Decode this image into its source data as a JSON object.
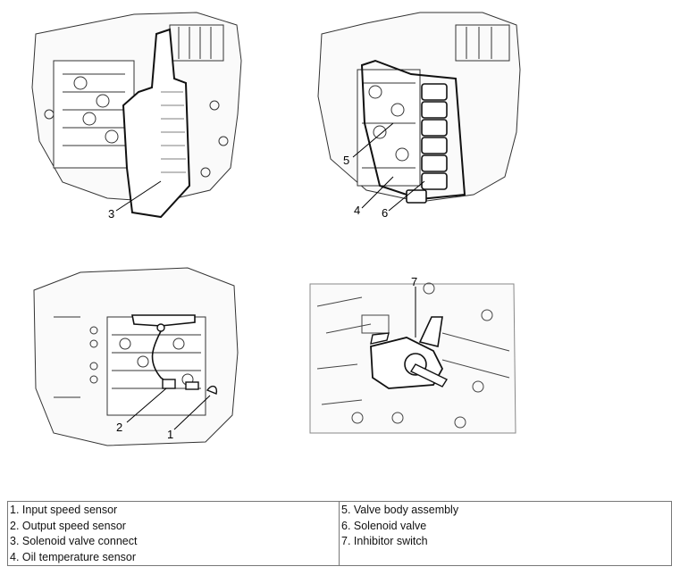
{
  "callouts": {
    "c1": "1",
    "c2": "2",
    "c3": "3",
    "c4": "4",
    "c5": "5",
    "c6": "6",
    "c7": "7"
  },
  "legend": {
    "left": [
      "1. Input speed sensor",
      "2. Output speed sensor",
      "3. Solenoid valve connect",
      "4. Oil temperature sensor"
    ],
    "right": [
      "5. Valve body assembly",
      "6. Solenoid valve",
      "7. Inhibitor switch"
    ]
  }
}
